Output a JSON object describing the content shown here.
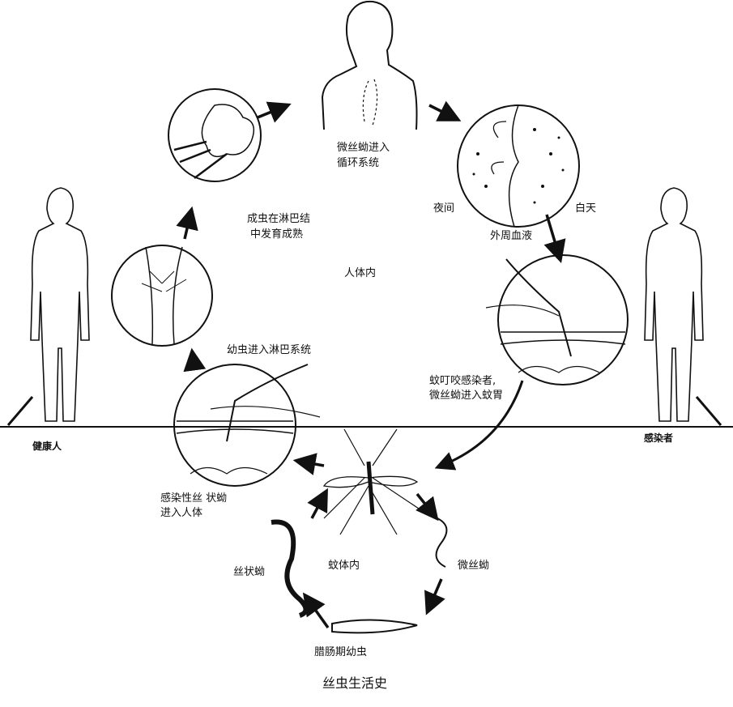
{
  "title": "丝虫生活史",
  "labels": {
    "microfilariae_circulation": [
      "微丝蚴进入",
      "循环系统"
    ],
    "night": "夜间",
    "day": "白天",
    "peripheral_blood": "外周血液",
    "adult_lymph_node": [
      "成虫在淋巴结",
      "中发育成熟"
    ],
    "in_human": "人体内",
    "larvae_lymph": "幼虫进入淋巴系统",
    "mosquito_bites": [
      "蚊叮咬感染者,",
      "微丝蚴进入蚊胃"
    ],
    "healthy_person": "健康人",
    "infected_person": "感染者",
    "infective_larvae": [
      "感染性丝 状蚴",
      "进入人体"
    ],
    "filariform_larva": "丝状蚴",
    "in_mosquito": "蚊体内",
    "microfilaria": "微丝蚴",
    "sausage_larva": "腊肠期幼虫"
  }
}
